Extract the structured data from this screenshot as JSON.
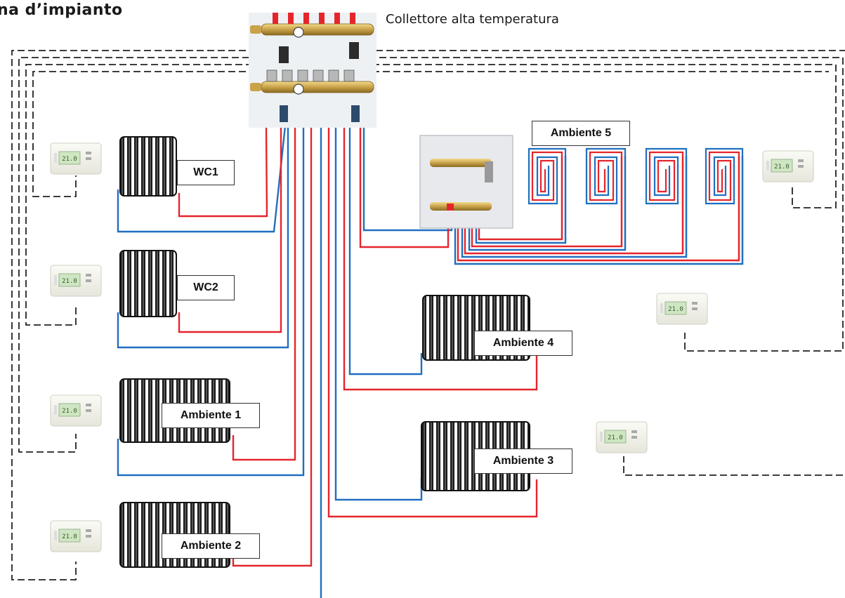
{
  "title": "na d’impianto",
  "manifold_label": "Collettore alta temperatura",
  "rooms": [
    {
      "id": "wc1",
      "label": "WC1"
    },
    {
      "id": "wc2",
      "label": "WC2"
    },
    {
      "id": "ambiente-1",
      "label": "Ambiente 1"
    },
    {
      "id": "ambiente-2",
      "label": "Ambiente 2"
    },
    {
      "id": "ambiente-3",
      "label": "Ambiente 3"
    },
    {
      "id": "ambiente-4",
      "label": "Ambiente 4"
    },
    {
      "id": "ambiente-5",
      "label": "Ambiente 5"
    }
  ],
  "thermostat_display": "21.0",
  "colors": {
    "supply_pipe": "#e5252c",
    "return_pipe": "#1f6fc0",
    "control_wire": "#222222",
    "brass": "#c9a24a"
  }
}
